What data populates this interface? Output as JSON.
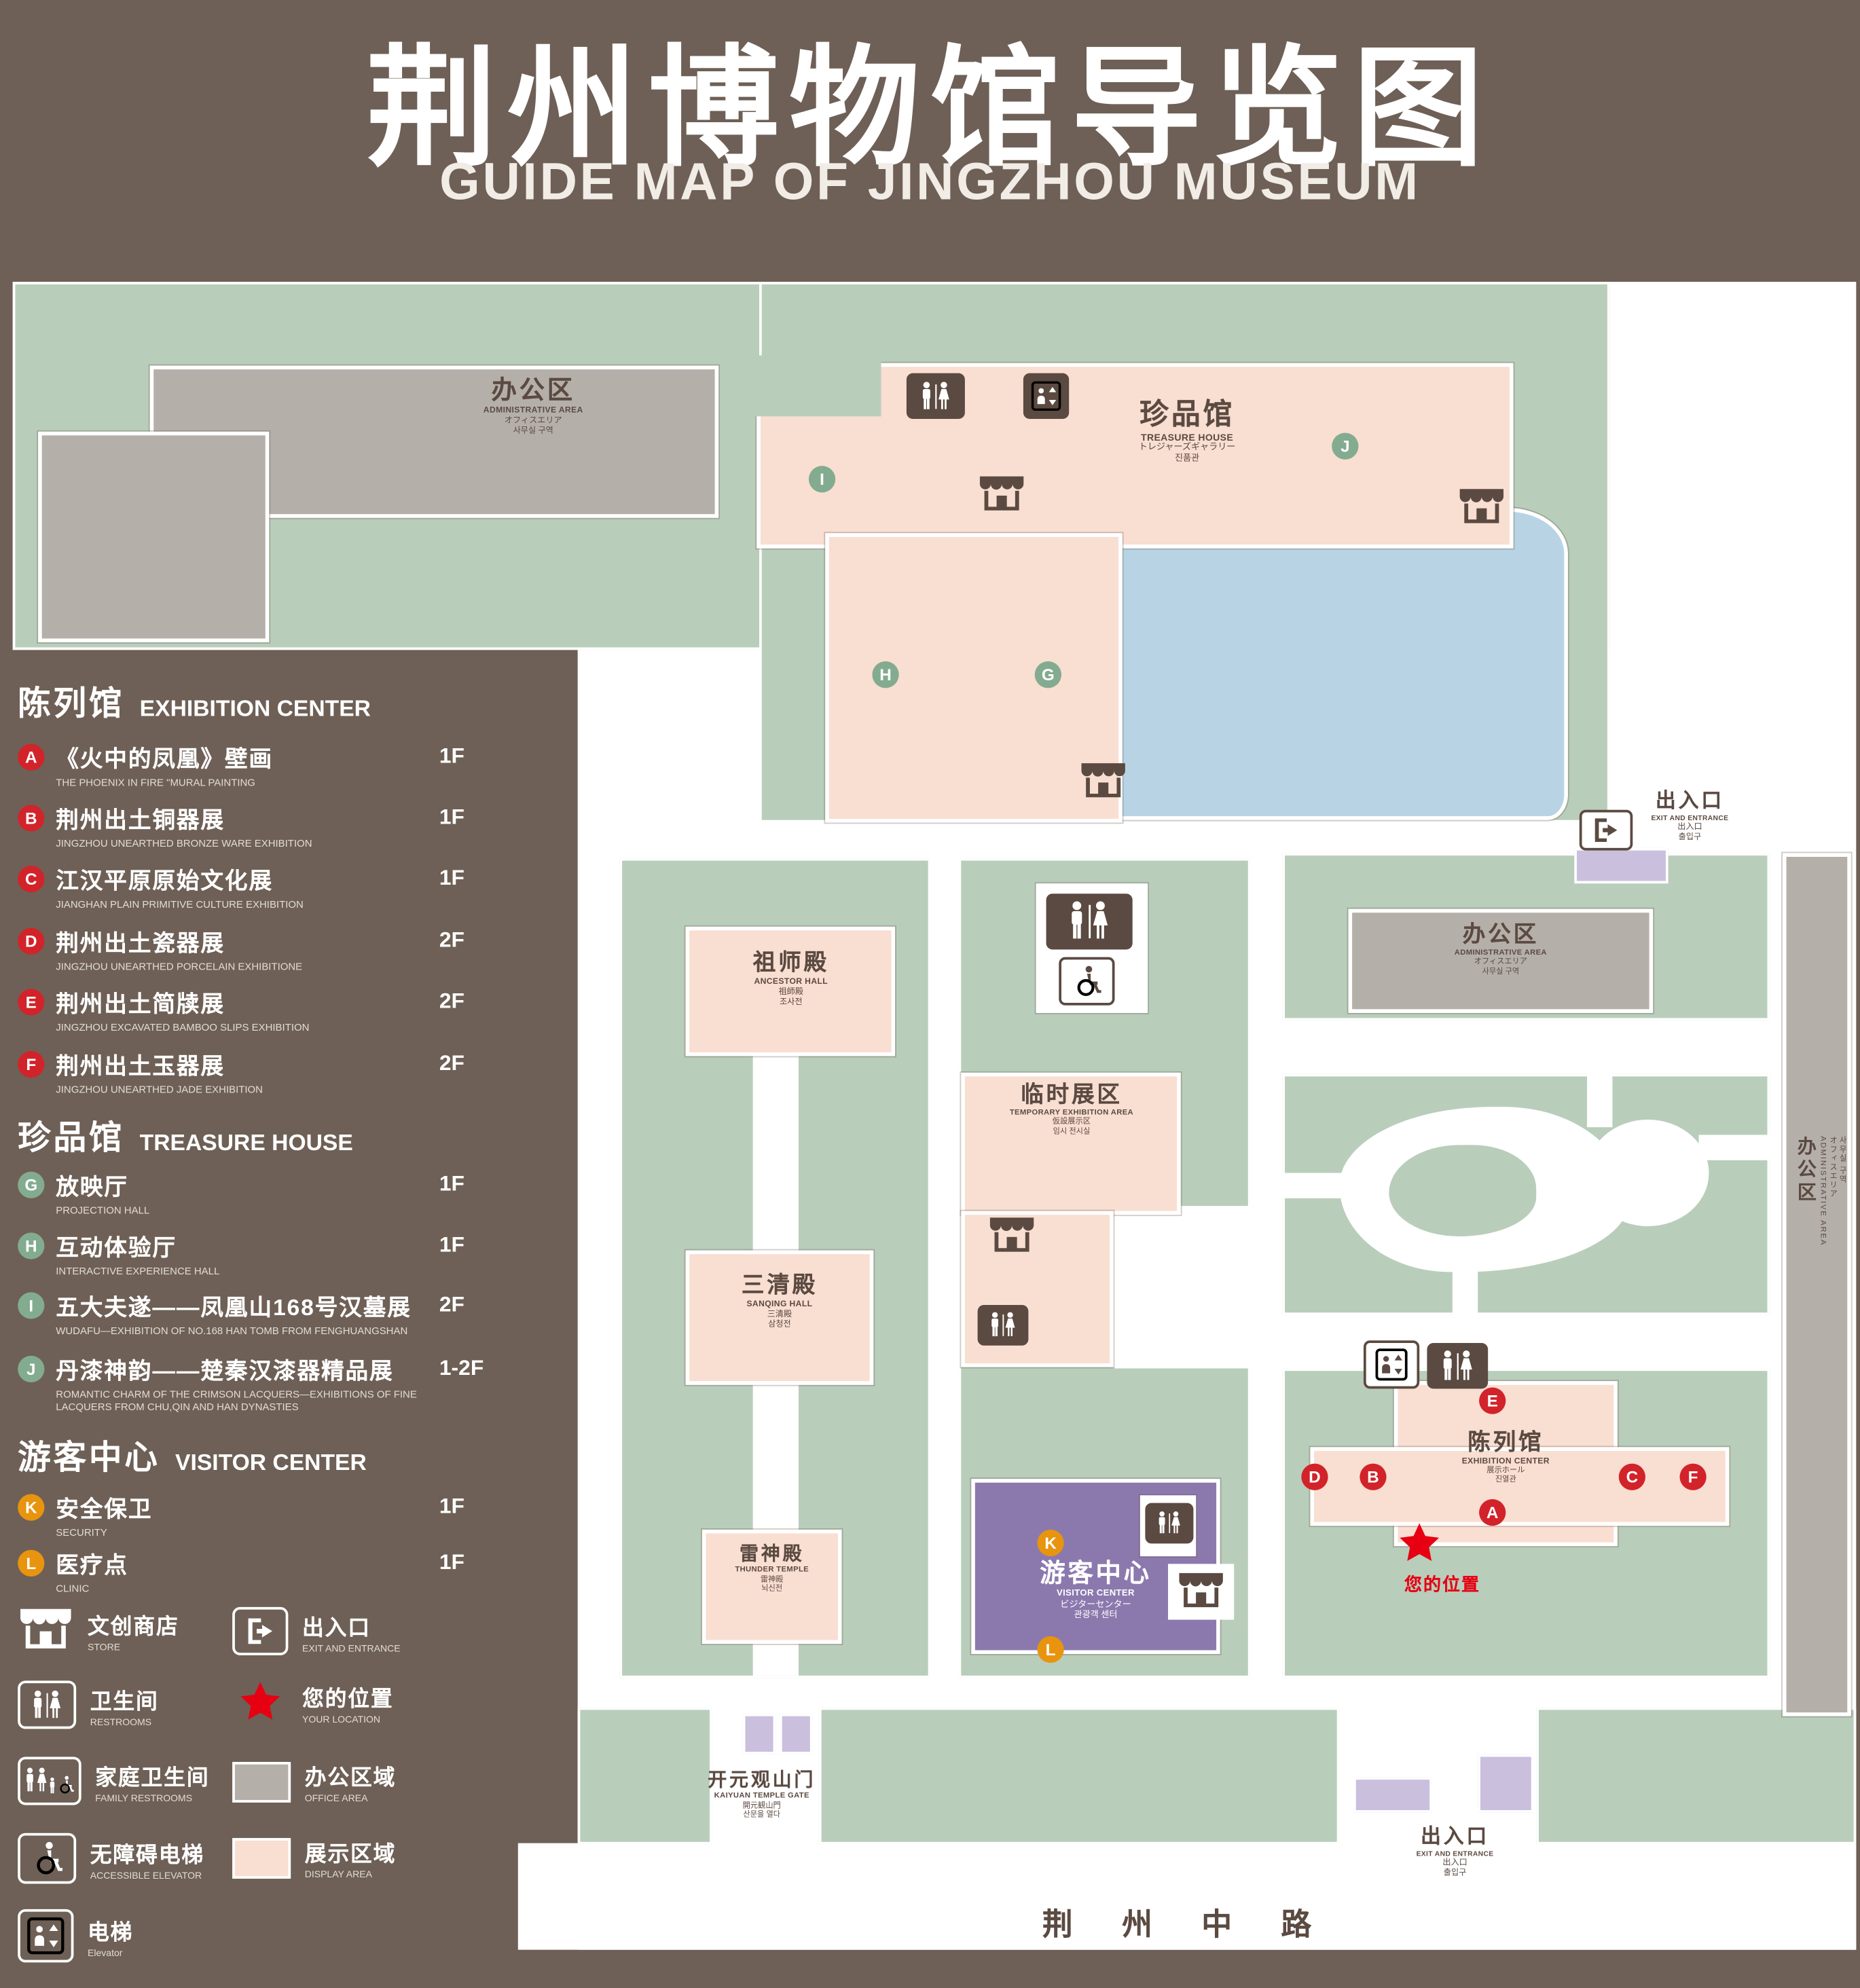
{
  "title": {
    "zh": "荆州博物馆导览图",
    "en": "GUIDE MAP OF JINGZHOU MUSEUM"
  },
  "legend": {
    "sections": [
      {
        "zh": "陈列馆",
        "en": "EXHIBITION CENTER",
        "items": [
          {
            "letter": "A",
            "zh": "《火中的凤凰》壁画",
            "en": "THE PHOENIX IN FIRE \"MURAL PAINTING",
            "floor": "1F"
          },
          {
            "letter": "B",
            "zh": "荆州出土铜器展",
            "en": "JINGZHOU UNEARTHED BRONZE WARE EXHIBITION",
            "floor": "1F"
          },
          {
            "letter": "C",
            "zh": "江汉平原原始文化展",
            "en": "JIANGHAN PLAIN PRIMITIVE CULTURE EXHIBITION",
            "floor": "1F"
          },
          {
            "letter": "D",
            "zh": "荆州出土瓷器展",
            "en": "JINGZHOU UNEARTHED PORCELAIN EXHIBITIONE",
            "floor": "2F"
          },
          {
            "letter": "E",
            "zh": "荆州出土简牍展",
            "en": "JINGZHOU EXCAVATED BAMBOO SLIPS EXHIBITION",
            "floor": "2F"
          },
          {
            "letter": "F",
            "zh": "荆州出土玉器展",
            "en": "JINGZHOU UNEARTHED JADE EXHIBITION",
            "floor": "2F"
          }
        ]
      },
      {
        "zh": "珍品馆",
        "en": "TREASURE HOUSE",
        "items": [
          {
            "letter": "G",
            "zh": "放映厅",
            "en": "PROJECTION HALL",
            "floor": "1F"
          },
          {
            "letter": "H",
            "zh": "互动体验厅",
            "en": "INTERACTIVE EXPERIENCE HALL",
            "floor": "1F"
          },
          {
            "letter": "I",
            "zh": "五大夫遂——凤凰山168号汉墓展",
            "en": "WUDAFU—EXHIBITION OF NO.168 HAN TOMB FROM FENGHUANGSHAN",
            "floor": "2F"
          },
          {
            "letter": "J",
            "zh": "丹漆神韵——楚秦汉漆器精品展",
            "en": "ROMANTIC CHARM OF THE CRIMSON LACQUERS—EXHIBITIONS OF FINE LACQUERS FROM CHU,QIN AND HAN DYNASTIES",
            "floor": "1-2F"
          }
        ]
      },
      {
        "zh": "游客中心",
        "en": "VISITOR CENTER",
        "items": [
          {
            "letter": "K",
            "zh": "安全保卫",
            "en": "SECURITY",
            "floor": "1F"
          },
          {
            "letter": "L",
            "zh": "医疗点",
            "en": "CLINIC",
            "floor": "1F"
          }
        ]
      }
    ],
    "icons": [
      {
        "zh": "文创商店",
        "en": "STORE"
      },
      {
        "zh": "卫生间",
        "en": "RESTROOMS"
      },
      {
        "zh": "家庭卫生间",
        "en": "FAMILY RESTROOMS"
      },
      {
        "zh": "无障碍电梯",
        "en": "ACCESSIBLE ELEVATOR"
      },
      {
        "zh": "电梯",
        "en": "Elevator"
      },
      {
        "zh": "出入口",
        "en": "EXIT AND ENTRANCE"
      },
      {
        "zh": "您的位置",
        "en": "YOUR LOCATION"
      },
      {
        "zh": "办公区域",
        "en": "OFFICE AREA"
      },
      {
        "zh": "展示区域",
        "en": "DISPLAY AREA"
      }
    ]
  },
  "map": {
    "admin": {
      "zh": "办公区",
      "en": "ADMINISTRATIVE AREA",
      "jp": "オフィスエリア",
      "kr": "사무실 구역"
    },
    "treasure_house": {
      "zh": "珍品馆",
      "en": "TREASURE HOUSE",
      "jp": "トレジャーズギャラリー",
      "kr": "진품관"
    },
    "ancestor_hall": {
      "zh": "祖师殿",
      "en": "ANCESTOR HALL",
      "jp": "祖師殿",
      "kr": "조사전"
    },
    "sanqing_hall": {
      "zh": "三清殿",
      "en": "SANQING HALL",
      "jp": "三清殿",
      "kr": "삼청전"
    },
    "thunder_temple": {
      "zh": "雷神殿",
      "en": "THUNDER TEMPLE",
      "jp": "雷神殿",
      "kr": "뇌신전"
    },
    "temporary_exhibition": {
      "zh": "临时展区",
      "en": "TEMPORARY EXHIBITION AREA",
      "jp": "仮設展示区",
      "kr": "임시 전시실"
    },
    "visitor_center": {
      "zh": "游客中心",
      "en": "VISITOR CENTER",
      "jp": "ビジターセンター",
      "kr": "관광객 센터"
    },
    "exhibition_center": {
      "zh": "陈列馆",
      "en": "EXHIBITION CENTER",
      "jp": "展示ホール",
      "kr": "진열관"
    },
    "gate": {
      "zh": "开元观山门",
      "en": "KAIYUAN TEMPLE GATE",
      "jp": "開元観山門",
      "kr": "산문을 열다"
    },
    "exit": {
      "zh": "出入口",
      "en": "EXIT AND ENTRANCE",
      "jp": "出入口",
      "kr": "출입구"
    },
    "your_location": "您的位置",
    "road": "荆 州 中 路",
    "markers": {
      "a": "A",
      "b": "B",
      "c": "C",
      "d": "D",
      "e": "E",
      "f": "F",
      "g": "G",
      "h": "H",
      "i": "I",
      "j": "J",
      "k": "K",
      "l": "L"
    }
  },
  "colors": {
    "background": "#6e6056",
    "grounds_green": "#b9cdbb",
    "display_pink": "#f9ded2",
    "office_gray": "#b5afaa",
    "pond_blue": "#b8d4e4",
    "visitor_purple": "#8b79ae",
    "entrance_lavender": "#cabfdd",
    "map_brown": "#5b4a41",
    "marker_red": "#d2232a",
    "marker_green": "#83ab90",
    "marker_orange": "#e8940f",
    "location_red": "#e60012"
  }
}
